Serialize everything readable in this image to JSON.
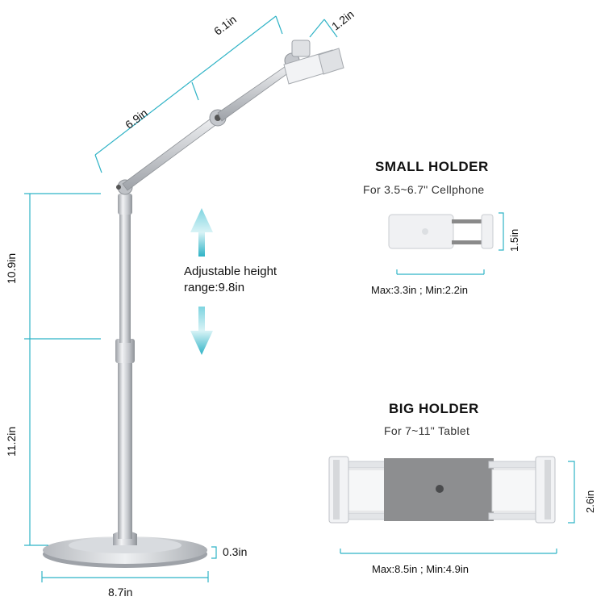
{
  "colors": {
    "dimension": "#2fb3c6",
    "metal": "#c8cbd0",
    "holder_gray": "#8a8a8a",
    "holder_light": "#ececec"
  },
  "stand": {
    "arm_upper": "6.1in",
    "holder_depth": "1.2in",
    "arm_lower": "6.9in",
    "upper_pole": "10.9in",
    "lower_pole": "11.2in",
    "base_height": "0.3in",
    "base_width": "8.7in",
    "adjustable_line1": "Adjustable height",
    "adjustable_line2": "range:9.8in"
  },
  "small_holder": {
    "title": "SMALL HOLDER",
    "subtitle": "For 3.5~6.7\" Cellphone",
    "height": "1.5in",
    "range": "Max:3.3in ; Min:2.2in"
  },
  "big_holder": {
    "title": "BIG HOLDER",
    "subtitle": "For 7~11\" Tablet",
    "height": "2.6in",
    "range": "Max:8.5in ; Min:4.9in"
  }
}
